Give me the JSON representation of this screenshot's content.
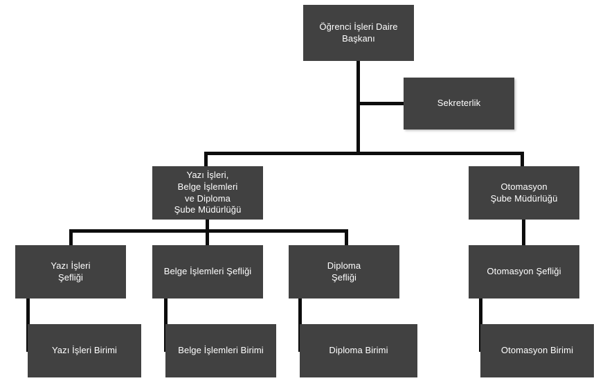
{
  "chart_data": {
    "type": "diagram",
    "diagram_type": "organizational-chart",
    "title": "",
    "language": "tr",
    "orientation": "top-down",
    "colors": {
      "node_fill": "#414141",
      "node_text": "#ffffff",
      "connector": "#0d0d0d",
      "background": "#ffffff"
    },
    "levels": [
      [
        "Öğrenci İşleri Daire Başkanı"
      ],
      [
        "Sekreterlik"
      ],
      [
        "Yazı İşleri, Belge İşlemleri ve Diploma Şube Müdürlüğü",
        "Otomasyon Şube Müdürlüğü"
      ],
      [
        "Yazı İşleri Şefliği",
        "Belge İşlemleri Şefliği",
        "Diploma Şefliği",
        "Otomasyon Şefliği"
      ],
      [
        "Yazı İşleri Birimi",
        "Belge İşlemleri Birimi",
        "Diploma Birimi",
        "Otomasyon Birimi"
      ]
    ],
    "edges": [
      {
        "from": "Öğrenci İşleri Daire Başkanı",
        "to": "Sekreterlik",
        "style": "staff"
      },
      {
        "from": "Öğrenci İşleri Daire Başkanı",
        "to": "Yazı İşleri, Belge İşlemleri ve Diploma Şube Müdürlüğü",
        "style": "line"
      },
      {
        "from": "Öğrenci İşleri Daire Başkanı",
        "to": "Otomasyon Şube Müdürlüğü",
        "style": "line"
      },
      {
        "from": "Yazı İşleri, Belge İşlemleri ve Diploma Şube Müdürlüğü",
        "to": "Yazı İşleri Şefliği",
        "style": "line"
      },
      {
        "from": "Yazı İşleri, Belge İşlemleri ve Diploma Şube Müdürlüğü",
        "to": "Belge İşlemleri Şefliği",
        "style": "line"
      },
      {
        "from": "Yazı İşleri, Belge İşlemleri ve Diploma Şube Müdürlüğü",
        "to": "Diploma Şefliği",
        "style": "line"
      },
      {
        "from": "Otomasyon Şube Müdürlüğü",
        "to": "Otomasyon Şefliği",
        "style": "line"
      },
      {
        "from": "Yazı İşleri Şefliği",
        "to": "Yazı İşleri Birimi",
        "style": "staff"
      },
      {
        "from": "Belge İşlemleri Şefliği",
        "to": "Belge İşlemleri Birimi",
        "style": "staff"
      },
      {
        "from": "Diploma Şefliği",
        "to": "Diploma Birimi",
        "style": "staff"
      },
      {
        "from": "Otomasyon Şefliği",
        "to": "Otomasyon Birimi",
        "style": "staff"
      }
    ]
  },
  "nodes": {
    "root": {
      "label": "Öğrenci İşleri Daire\nBaşkanı"
    },
    "sekreterlik": {
      "label": "Sekreterlik"
    },
    "sube_yazi": {
      "label": "Yazı İşleri,\nBelge İşlemleri\nve Diploma\nŞube Müdürlüğü"
    },
    "sube_otomasyon": {
      "label": "Otomasyon\nŞube Müdürlüğü"
    },
    "seflik_yazi": {
      "label": "Yazı İşleri\nŞefliği"
    },
    "seflik_belge": {
      "label": "Belge İşlemleri Şefliği"
    },
    "seflik_diploma": {
      "label": "Diploma\nŞefliği"
    },
    "seflik_otomasyon": {
      "label": "Otomasyon Şefliği"
    },
    "birim_yazi": {
      "label": "Yazı İşleri Birimi"
    },
    "birim_belge": {
      "label": "Belge İşlemleri Birimi"
    },
    "birim_diploma": {
      "label": "Diploma Birimi"
    },
    "birim_otomasyon": {
      "label": "Otomasyon Birimi"
    }
  }
}
